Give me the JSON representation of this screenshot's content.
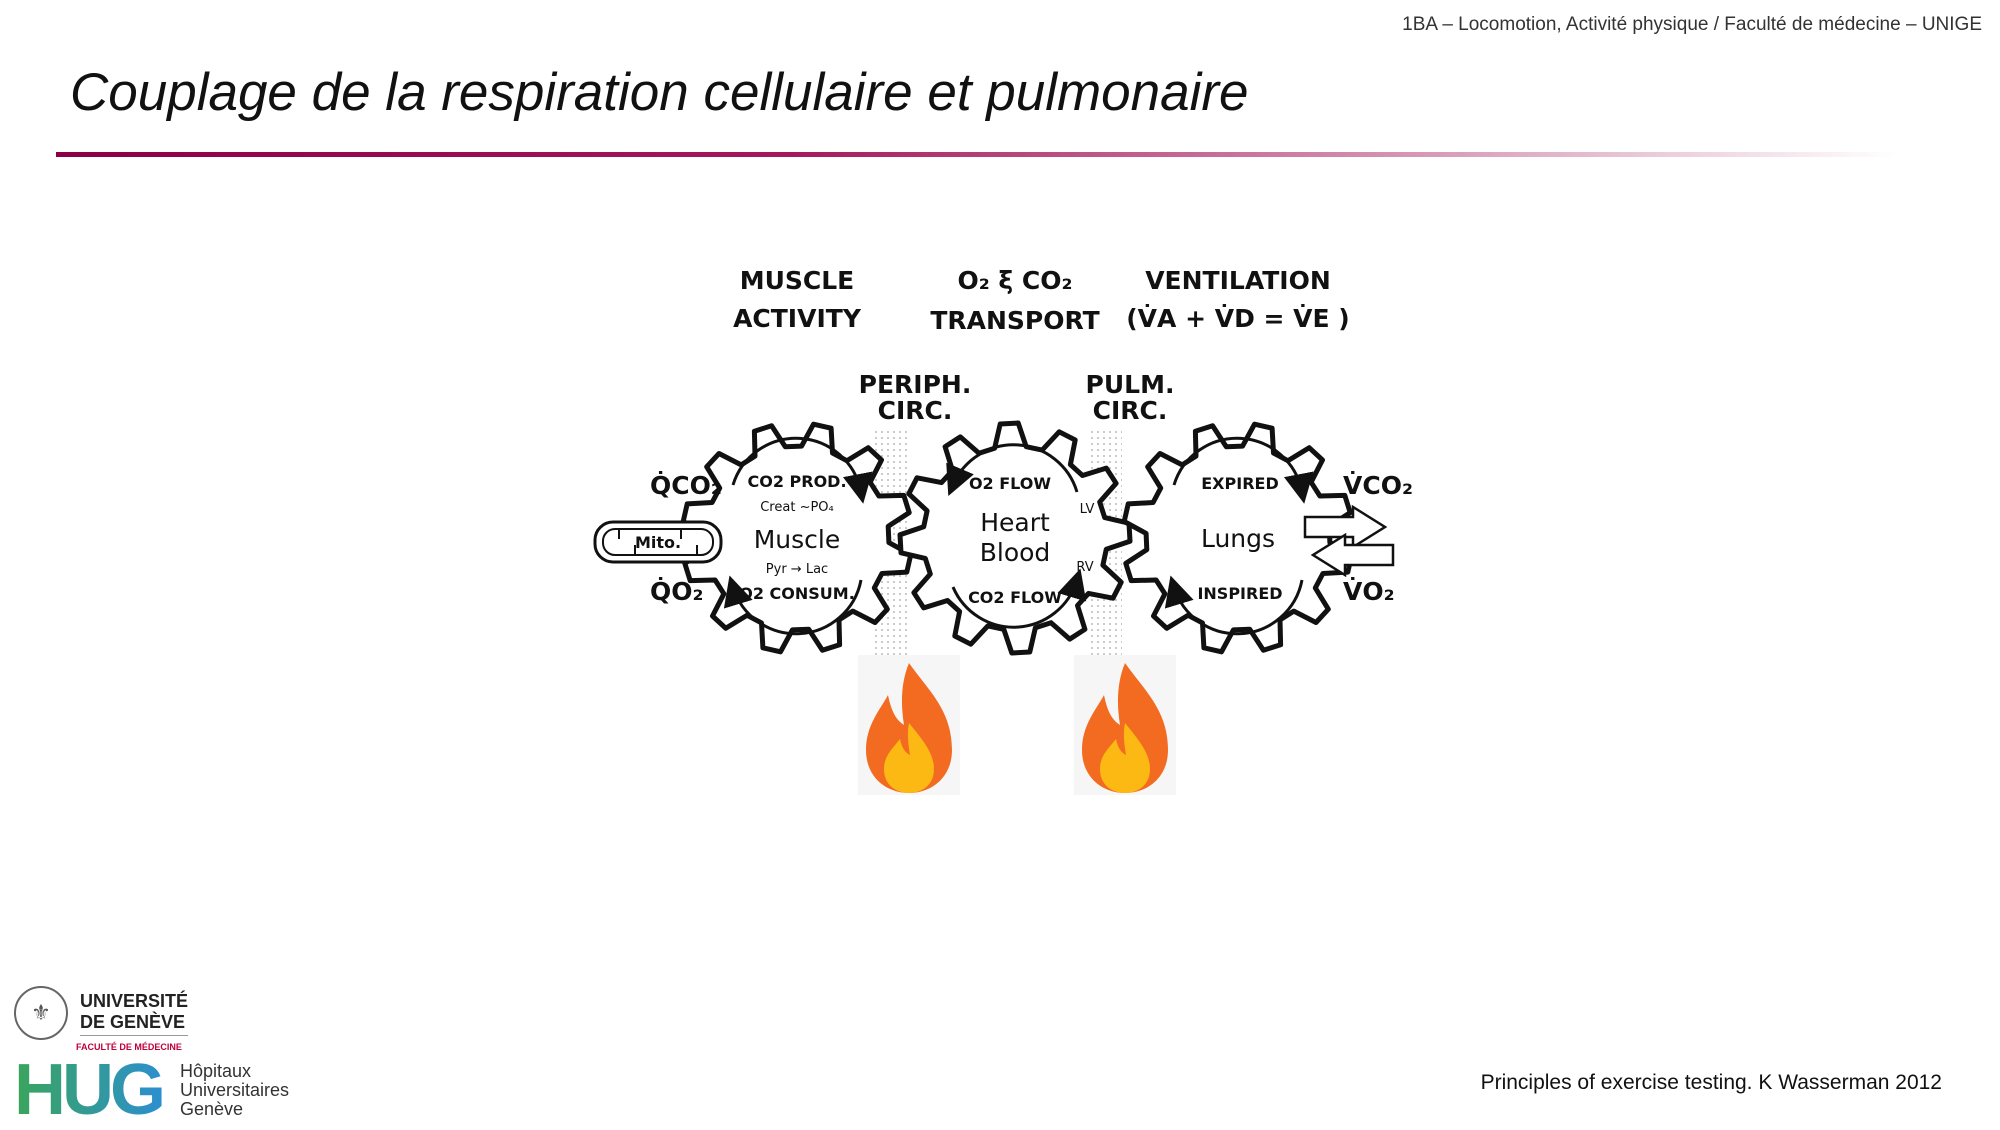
{
  "header": {
    "course": "1BA – Locomotion, Activité physique / Faculté de médecine – UNIGE",
    "title": "Couplage de la respiration cellulaire et pulmonaire"
  },
  "diagram": {
    "headings": {
      "muscle_activity_1": "MUSCLE",
      "muscle_activity_2": "ACTIVITY",
      "transport_1": "O₂ ξ CO₂",
      "transport_2": "TRANSPORT",
      "ventilation_1": "VENTILATION",
      "ventilation_2": "(V̇A + V̇D = V̇E )"
    },
    "circ_labels": {
      "periph_1": "PERIPH.",
      "periph_2": "CIRC.",
      "pulm_1": "PULM.",
      "pulm_2": "CIRC."
    },
    "side_labels": {
      "qco2": "Q̇CO₂",
      "qo2": "Q̇O₂",
      "mito": "Mito.",
      "vco2": "V̇CO₂",
      "vo2": "V̇O₂"
    },
    "gears": {
      "muscle": {
        "label": "Muscle",
        "top_arc": "CO2 PROD.",
        "inner_top": "Creat ~PO₄",
        "inner_bottom": "Pyr → Lac",
        "bottom_arc": "O2 CONSUM."
      },
      "heart": {
        "label_1": "Heart",
        "label_2": "Blood",
        "top_arc": "O2 FLOW",
        "bottom_arc": "CO2 FLOW",
        "lv": "LV",
        "rv": "RV"
      },
      "lungs": {
        "label": "Lungs",
        "top_arc": "EXPIRED",
        "bottom_arc": "INSPIRED"
      }
    },
    "colors": {
      "flame_outer": "#f26b21",
      "flame_inner": "#fdb913",
      "title_rule": "#8b0045"
    },
    "icons": [
      "flame-icon",
      "flame-icon"
    ]
  },
  "logos": {
    "unige_1": "UNIVERSITÉ",
    "unige_2": "DE GENÈVE",
    "faculty": "FACULTÉ DE MÉDECINE",
    "hug_mark": "HUG",
    "hug_1": "Hôpitaux",
    "hug_2": "Universitaires",
    "hug_3": "Genève"
  },
  "citation": "Principles of exercise testing. K Wasserman 2012"
}
